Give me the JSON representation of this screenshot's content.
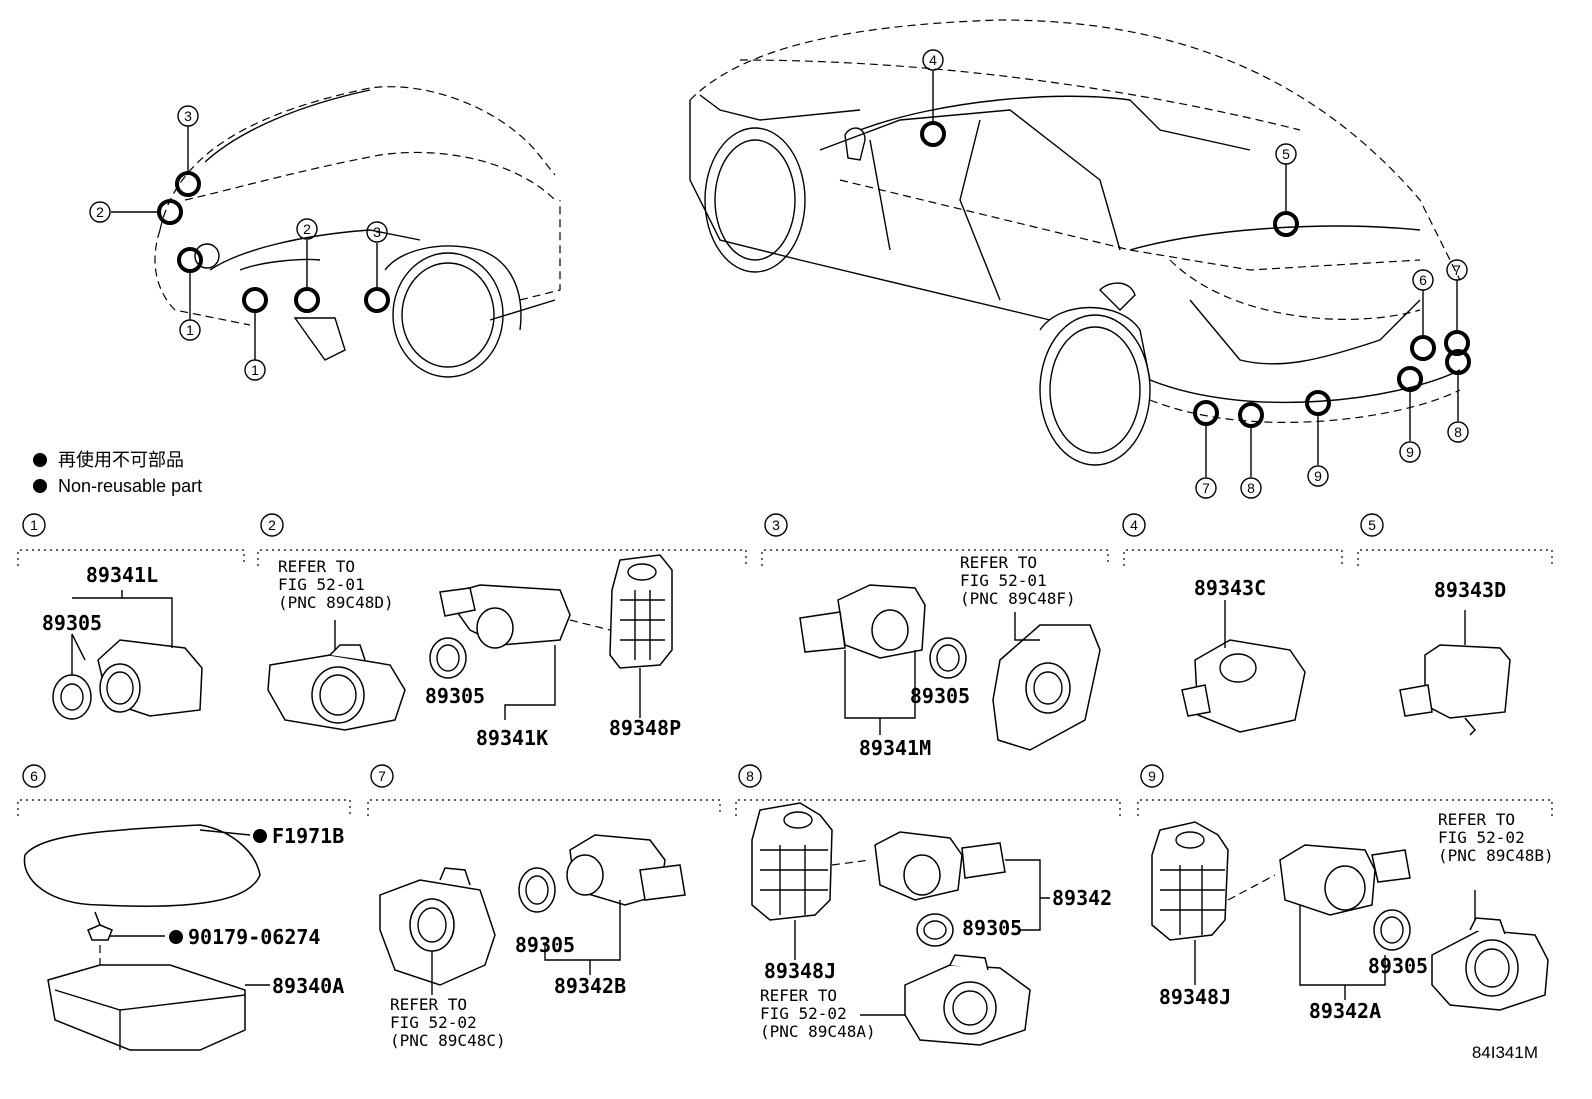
{
  "legend": {
    "jp": "再使用不可部品",
    "en": "Non-reusable part"
  },
  "footer_code": "84I341M",
  "groups": [
    {
      "n": "1"
    },
    {
      "n": "2"
    },
    {
      "n": "3"
    },
    {
      "n": "4"
    },
    {
      "n": "5"
    },
    {
      "n": "6"
    },
    {
      "n": "7"
    },
    {
      "n": "8"
    },
    {
      "n": "9"
    }
  ],
  "refs": {
    "g2": [
      "REFER TO",
      "FIG 52-01",
      "(PNC 89C48D)"
    ],
    "g3": [
      "REFER TO",
      "FIG 52-01",
      "(PNC 89C48F)"
    ],
    "g7": [
      "REFER TO",
      "FIG 52-02",
      "(PNC 89C48C)"
    ],
    "g8": [
      "REFER TO",
      "FIG 52-02",
      "(PNC 89C48A)"
    ],
    "g9": [
      "REFER TO",
      "FIG 52-02",
      "(PNC 89C48B)"
    ]
  },
  "parts": {
    "g1_assy": "89341L",
    "g1_ring": "89305",
    "g2_ring": "89305",
    "g2_assy": "89341K",
    "g2_bracket": "89348P",
    "g3_assy": "89341M",
    "g3_ring": "89305",
    "g4_sensor": "89343C",
    "g5_sensor": "89343D",
    "g6_pad": "F1971B",
    "g6_nut": "90179-06274",
    "g6_ecu": "89340A",
    "g7_ring": "89305",
    "g7_assy": "89342B",
    "g8_bracket": "89348J",
    "g8_ring": "89305",
    "g8_assy": "89342",
    "g9_bracket": "89348J",
    "g9_assy": "89342A",
    "g9_ring": "89305"
  }
}
